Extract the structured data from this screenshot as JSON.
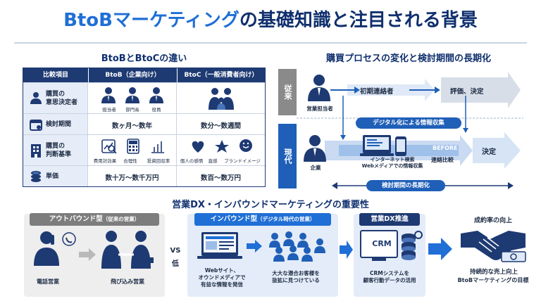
{
  "title": {
    "highlight": "BtoBマーケティング",
    "rest": "の基礎知識と注目される背景"
  },
  "comparison": {
    "title": "BtoBとBtoCの違い",
    "headers": [
      "比較項目",
      "BtoB（企業向け）",
      "BtoC（一般消費者向け）"
    ],
    "rows": [
      {
        "label_l1": "購買の",
        "label_l2": "意思決定者",
        "btob_items": [
          "担当者",
          "部門長",
          "役員"
        ],
        "btoc_text": ""
      },
      {
        "label_l1": "検討期間",
        "label_l2": "",
        "btob_text": "数ヶ月〜数年",
        "btoc_text": "数分〜数週間"
      },
      {
        "label_l1": "購買の",
        "label_l2": "判断基準",
        "btob_items": [
          "費用対効果",
          "合理性",
          "投資回収率"
        ],
        "btoc_items": [
          "個人の感情",
          "直感",
          "ブランドイメージ"
        ]
      },
      {
        "label_l1": "単価",
        "label_l2": "",
        "btob_text": "数十万〜数千万円",
        "btoc_text": "数百〜数万円"
      }
    ]
  },
  "process": {
    "title": "購買プロセスの変化と検討期間の長期化",
    "past_label": "従来",
    "now_label": "現代",
    "sales_rep": "営業担当者",
    "first_contact": "初期連絡者",
    "evaluation": "評価、決定",
    "digital": "デジタル化による情報収集",
    "company": "企業",
    "internet_l1": "インターネット検索",
    "internet_l2": "Webメディアでの情報収集",
    "before": "BEFORE",
    "compare": "連絡比較",
    "decision": "決定",
    "longer": "検討期間の長期化"
  },
  "bottom": {
    "title": "営業DX・インバウンドマーケティングの重要性",
    "outbound_title": "アウトバウンド型",
    "outbound_sub": "（従来の営業）",
    "phone": "電話営業",
    "visit": "飛び込み営業",
    "vs": "VS",
    "low": "低",
    "inbound_title": "インバウンド型",
    "inbound_sub": "（デジタル時代の営業）",
    "web_l1": "Webサイト、",
    "web_l2": "オウンドメディアで",
    "web_l3": "有益な情報を発信",
    "prospect_l1": "大大な潜合お客様を",
    "prospect_l2": "抜拡に見つけている",
    "dx_title": "営業DX推進",
    "crm": "CRM",
    "crm_l1": "CRMシステムを",
    "crm_l2": "顧客行動データの活用",
    "rate": "成約率の向上",
    "goal_l1": "持続的な売上向上",
    "goal_l2": "BtoBマーケティングの目標"
  },
  "colors": {
    "navy": "#1e3a73",
    "blue": "#1f6fd6",
    "gray": "#7d7d7d",
    "lightblue": "#e6edf8"
  }
}
